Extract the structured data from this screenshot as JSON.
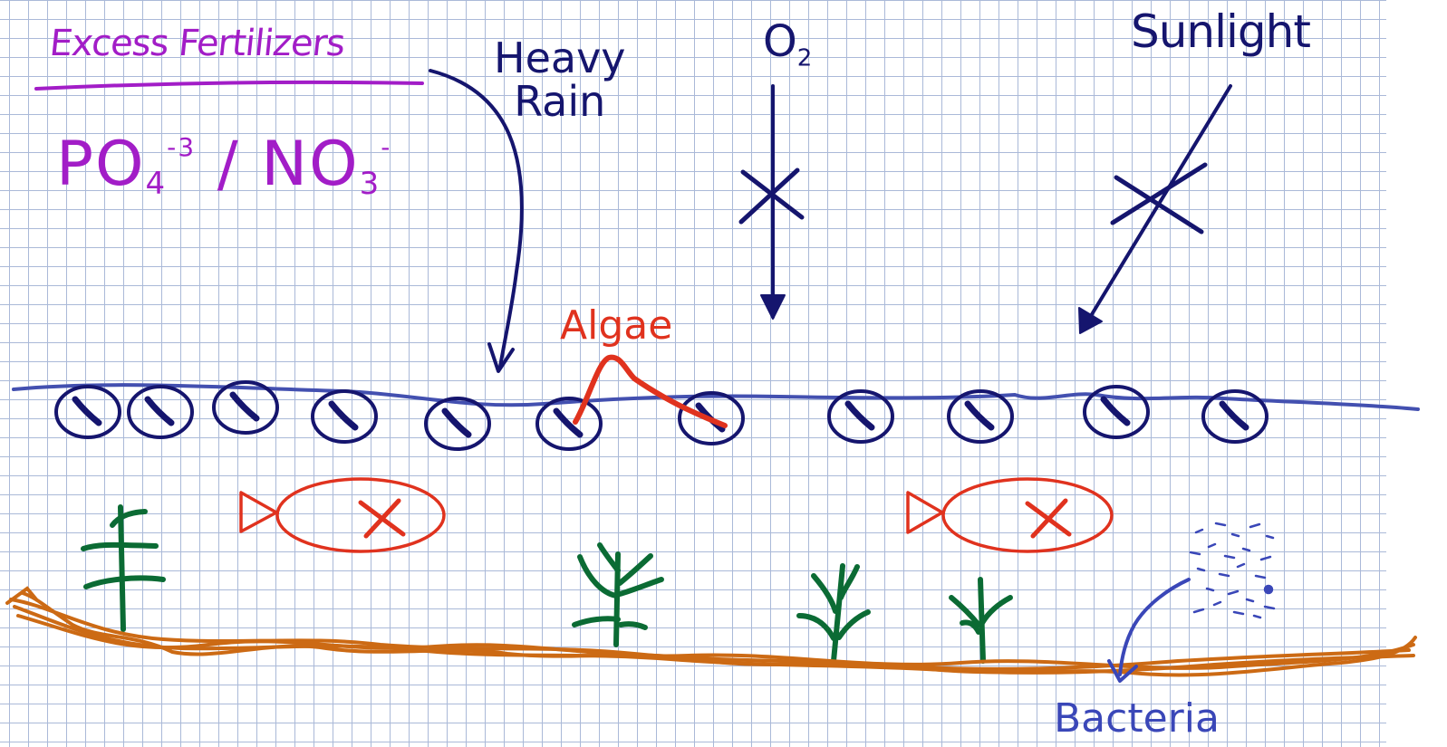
{
  "labels": {
    "title": "Excess Fertilizers",
    "formula_part1": "PO",
    "formula_sub1": "4",
    "formula_sup1": "-3",
    "formula_sep": " / ",
    "formula_part2": "NO",
    "formula_sub2": "3",
    "formula_sup2": "-",
    "heavy_rain_line1": "Heavy",
    "heavy_rain_line2": "Rain",
    "oxygen": "O",
    "oxygen_sub": "2",
    "sunlight": "Sunlight",
    "algae": "Algae",
    "bacteria": "Bacteria"
  },
  "colors": {
    "navy": "#15156e",
    "purple": "#a21dc7",
    "red": "#e0321e",
    "green": "#0b6b34",
    "sediment": "#cc6a14",
    "water": "#4350b0",
    "bacteria": "#3a47b8"
  },
  "icons": {
    "algae_cell": "algae-cell-icon",
    "fish": "dead-fish-icon",
    "plant": "plant-icon",
    "blocked_marker": "x-mark-icon"
  }
}
